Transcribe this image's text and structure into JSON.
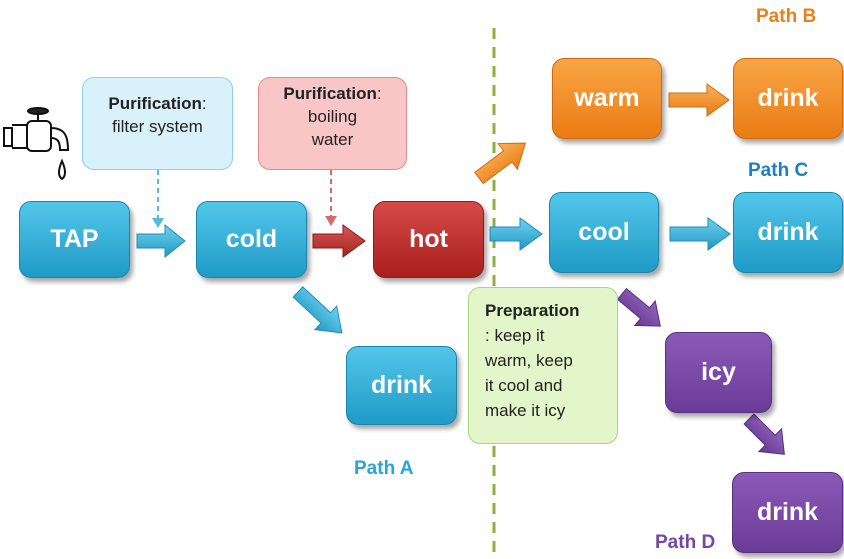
{
  "nodes": {
    "tap": "TAP",
    "cold": "cold",
    "hot": "hot",
    "drink_a": "drink",
    "warm": "warm",
    "drink_b": "drink",
    "cool": "cool",
    "drink_c": "drink",
    "icy": "icy",
    "drink_d": "drink"
  },
  "notes": {
    "filter": {
      "heading": "Purification",
      "colon": ":",
      "text": "filter system"
    },
    "boiling": {
      "heading": "Purification",
      "colon": ":",
      "line1": "boiling",
      "line2": "water"
    },
    "preparation": {
      "heading": "Preparation",
      "line1": ": keep it",
      "line2": "warm, keep",
      "line3": "it cool and",
      "line4": "make it icy"
    }
  },
  "paths": {
    "a": "Path A",
    "b": "Path B",
    "c": "Path C",
    "d": "Path D"
  },
  "colors": {
    "blue": "#2aa5d1",
    "red": "#b82a28",
    "orange": "#f08a22",
    "purple": "#7447a3",
    "divider": "#8fae3e",
    "label_a": "#2aa5d1",
    "label_b": "#e8801c",
    "label_c": "#1c7fc0",
    "label_d": "#7447a3"
  },
  "icons": {
    "faucet": "faucet-icon"
  }
}
